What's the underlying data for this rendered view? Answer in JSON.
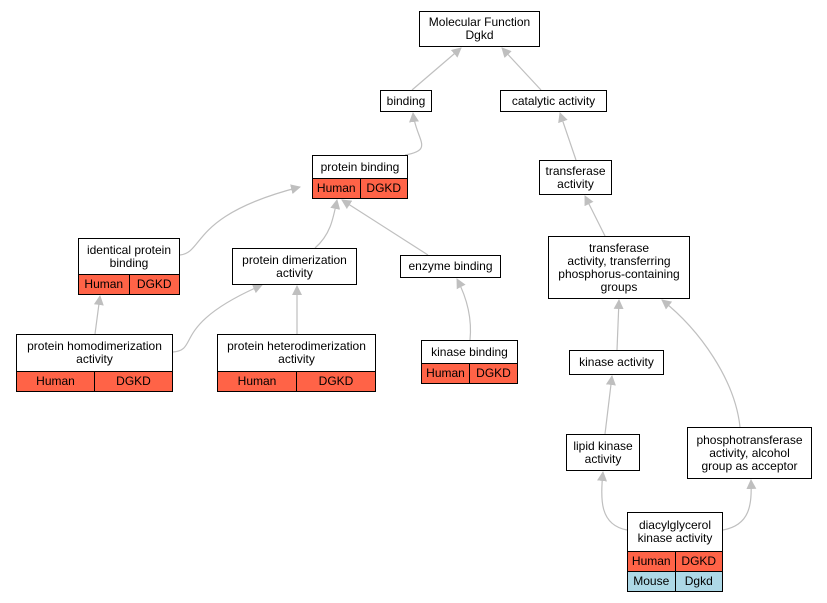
{
  "graph": {
    "colors": {
      "human": "#ff6347",
      "mouse": "#add8e6",
      "edge": "#bfbfbf",
      "border": "#000000"
    },
    "nodes": [
      {
        "id": "mf",
        "title": "Molecular Function\nDgkd",
        "annotations": []
      },
      {
        "id": "binding",
        "title": "binding",
        "annotations": []
      },
      {
        "id": "catalytic",
        "title": "catalytic activity",
        "annotations": []
      },
      {
        "id": "protein_binding",
        "title": "protein binding",
        "annotations": [
          {
            "species": "Human",
            "gene": "DGKD",
            "color": "human"
          }
        ]
      },
      {
        "id": "transferase",
        "title": "transferase\nactivity",
        "annotations": []
      },
      {
        "id": "identical",
        "title": "identical protein\nbinding",
        "annotations": [
          {
            "species": "Human",
            "gene": "DGKD",
            "color": "human"
          }
        ]
      },
      {
        "id": "dimerization",
        "title": "protein dimerization\nactivity",
        "annotations": []
      },
      {
        "id": "enzyme",
        "title": "enzyme binding",
        "annotations": []
      },
      {
        "id": "transferase_p",
        "title": "transferase\nactivity, transferring\nphosphorus-containing\ngroups",
        "annotations": []
      },
      {
        "id": "homodim",
        "title": "protein homodimerization\nactivity",
        "annotations": [
          {
            "species": "Human",
            "gene": "DGKD",
            "color": "human"
          }
        ]
      },
      {
        "id": "heterodim",
        "title": "protein heterodimerization\nactivity",
        "annotations": [
          {
            "species": "Human",
            "gene": "DGKD",
            "color": "human"
          }
        ]
      },
      {
        "id": "kinase_binding",
        "title": "kinase binding",
        "annotations": [
          {
            "species": "Human",
            "gene": "DGKD",
            "color": "human"
          }
        ]
      },
      {
        "id": "kinase",
        "title": "kinase activity",
        "annotations": []
      },
      {
        "id": "lipid_kinase",
        "title": "lipid kinase\nactivity",
        "annotations": []
      },
      {
        "id": "phosphotransferase",
        "title": "phosphotransferase\nactivity, alcohol\ngroup as acceptor",
        "annotations": []
      },
      {
        "id": "dag_kinase",
        "title": "diacylglycerol\nkinase activity",
        "annotations": [
          {
            "species": "Human",
            "gene": "DGKD",
            "color": "human"
          },
          {
            "species": "Mouse",
            "gene": "Dgkd",
            "color": "mouse"
          }
        ]
      }
    ],
    "edges": [
      {
        "from": "binding",
        "to": "mf"
      },
      {
        "from": "catalytic",
        "to": "mf"
      },
      {
        "from": "protein_binding",
        "to": "binding"
      },
      {
        "from": "transferase",
        "to": "catalytic"
      },
      {
        "from": "identical",
        "to": "protein_binding"
      },
      {
        "from": "dimerization",
        "to": "protein_binding"
      },
      {
        "from": "enzyme",
        "to": "protein_binding"
      },
      {
        "from": "transferase_p",
        "to": "transferase"
      },
      {
        "from": "homodim",
        "to": "identical"
      },
      {
        "from": "homodim",
        "to": "dimerization"
      },
      {
        "from": "heterodim",
        "to": "dimerization"
      },
      {
        "from": "kinase_binding",
        "to": "enzyme"
      },
      {
        "from": "kinase",
        "to": "transferase_p"
      },
      {
        "from": "lipid_kinase",
        "to": "kinase"
      },
      {
        "from": "phosphotransferase",
        "to": "transferase_p"
      },
      {
        "from": "dag_kinase",
        "to": "lipid_kinase"
      },
      {
        "from": "dag_kinase",
        "to": "phosphotransferase"
      }
    ]
  }
}
